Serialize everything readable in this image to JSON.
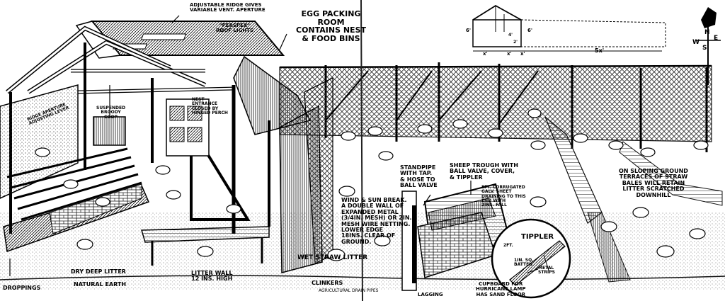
{
  "labels": {
    "adjustable_ridge": "ADJUSTABLE RIDGE GIVES\nVARIABLE VENT. APERTURE",
    "perspex": "\"PERSPEX\"\nROOF LIGHTS",
    "egg_packing": "EGG PACKING\nROOM\nCONTAINS NEST\n& FOOD BINS",
    "ridge_aperture": "RIDGE APERTURE\nADJUSTING LEVER",
    "suspended_coop": "SUSPENDED\nBROODY\nCOOP",
    "nest_entrance": "NEST\nENTRANCE\nCLOSED BY\nHINGED PERCH",
    "wind_break": "WIND & SUN BREAK.\nA DOUBLE WALL OF\nEXPANDED METAL\n(3/4in. MESH) OR 2in.\nMESH WIRE NETTING.\nLOWER EDGE\n18ins. CLEAR OF\nGROUND.",
    "standpipe": "STANDPIPE\nWITH TAP.\n& HOSE TO\nBALL VALVE",
    "sheep_trough": "SHEEP TROUGH WITH\nBALL VALVE, COVER,\n& TIPPLER",
    "corrugated": "8FT. CORRUGATED\nGALV. SHEET\nDRAINING TO THIS\nEND WITH\n2INS. FALL",
    "two_ft": "2FT.",
    "sloping_ground": "ON SLOPING GROUND\nTERRACES OF STRAW\nBALES WILL RETAIN\nLITTER SCRATCHED\nDOWNHILL",
    "tippler": "TIPPLER",
    "batten": "1IN. SQ.\nBATTEN",
    "metal_strips": "METAL\nSTRIPS",
    "cupboard": "CUPBOARD FOR\nHURRICANE LAMP\nHAS SAND FLOOR",
    "lagging": "LAGGING",
    "wet_straw": "WET STRAW LITTER",
    "clinkers": "CLINKERS",
    "dry_litter": "DRY DEEP LITTER",
    "natural_earth": "NATURAL EARTH",
    "droppings": "DROPPINGS",
    "litter_wall": "LITTER WALL\n12 INS. HIGH",
    "agricultural": "AGRICULTURAL DRAIN PIPES"
  },
  "inset": {
    "dim_left": "6'",
    "dim_right": "6'",
    "dim_inner": "4'",
    "dim_inner2": "2'",
    "x1": "x'",
    "x2": "x'",
    "x3": "x'",
    "span": "5x'"
  },
  "compass": {
    "n": "N",
    "s": "S",
    "e": "E",
    "w": "W"
  }
}
